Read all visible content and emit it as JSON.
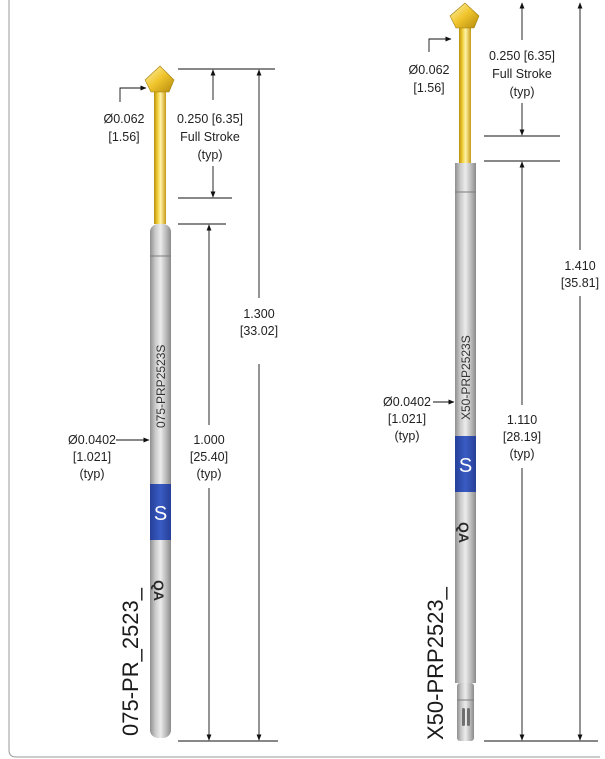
{
  "left_probe": {
    "part_label": "075-PR_2523_",
    "barrel_text": "075-PRP2523S",
    "tip_diameter": [
      "Ø0.062",
      "[1.56]"
    ],
    "stroke": [
      "0.250 [6.35]",
      "Full Stroke",
      "(typ)"
    ],
    "barrel_diameter": [
      "Ø0.0402",
      "[1.021]",
      "(typ)"
    ],
    "barrel_length": [
      "1.000",
      "[25.40]",
      "(typ)"
    ],
    "overall_length": [
      "1.300",
      "[33.02]"
    ],
    "band_letter": "S"
  },
  "right_probe": {
    "part_label": "X50-PRP2523_",
    "barrel_text": "X50-PRP2523S",
    "tip_diameter": [
      "Ø0.062",
      "[1.56]"
    ],
    "stroke": [
      "0.250 [6.35]",
      "Full Stroke",
      "(typ)"
    ],
    "barrel_diameter": [
      "Ø0.0402",
      "[1.021]",
      "(typ)"
    ],
    "barrel_length": [
      "1.110",
      "[28.19]",
      "(typ)"
    ],
    "overall_length": [
      "1.410",
      "[35.81]"
    ],
    "band_letter": "S"
  },
  "logo_text": "QA",
  "colors": {
    "gold_light": "#fff3a8",
    "gold": "#f2cf3a",
    "gold_dark": "#b8900f",
    "barrel_light": "#e2e2e2",
    "barrel_dark": "#8e8e8e",
    "band": "#2f4fb0"
  }
}
